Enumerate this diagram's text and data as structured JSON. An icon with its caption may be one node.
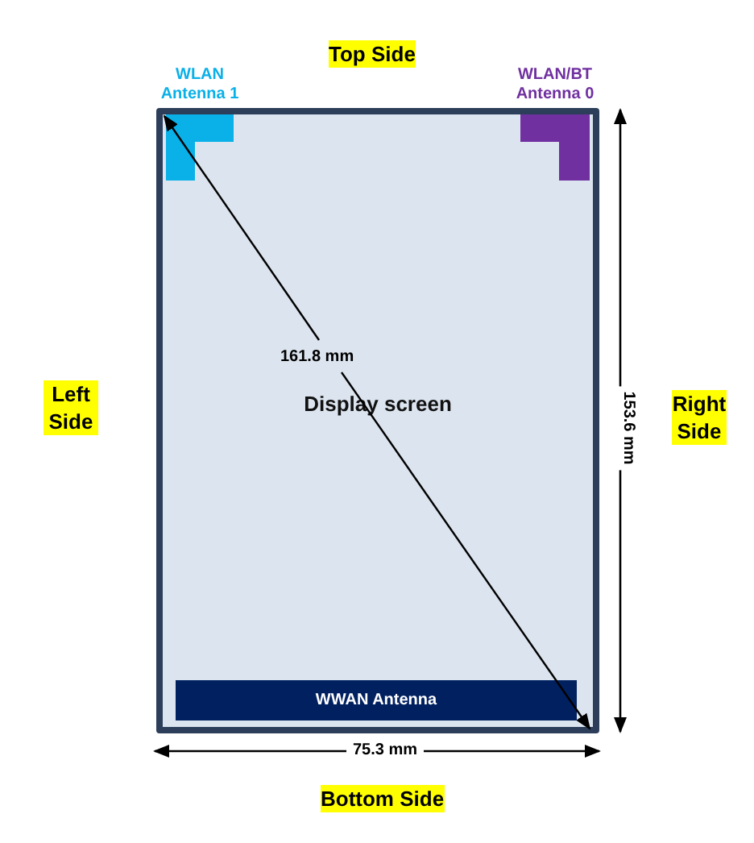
{
  "diagram": {
    "nodes": [
      {
        "text": [
          "Display screen"
        ]
      },
      {
        "text": [
          "WLAN Antenna 1"
        ],
        "in": 0
      },
      {
        "text": [
          "WLAN/BT Antenna 0"
        ],
        "in": 0
      },
      {
        "text": [
          "WWAN Antenna"
        ],
        "in": 0
      }
    ],
    "labels": [
      "Top Side",
      "Left Side",
      "161.8 mm",
      "153.6 mm",
      "Right Side",
      "75.3 mm",
      "Bottom Side"
    ]
  }
}
